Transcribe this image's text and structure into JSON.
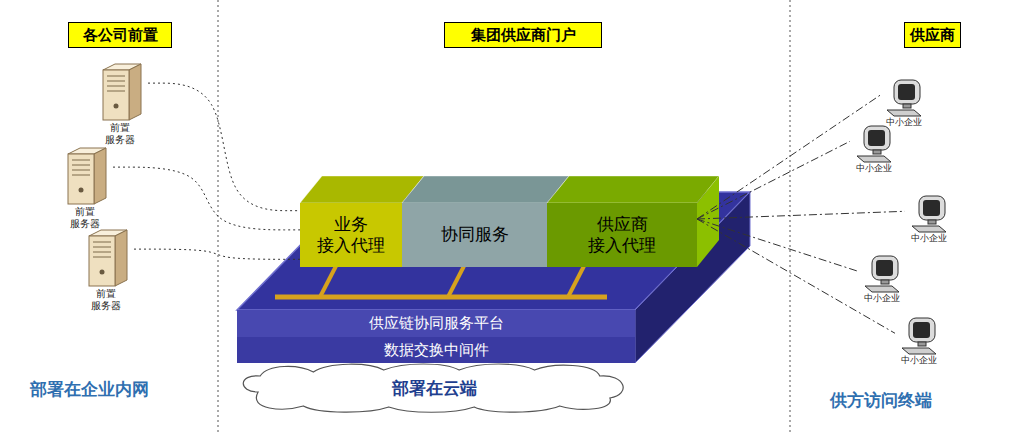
{
  "diagram": {
    "nodes": [
      {
        "text": [
          "各公司前置"
        ]
      },
      {
        "text": [
          "集团供应商门户"
        ]
      },
      {
        "text": [
          "供应商"
        ]
      },
      {
        "text": [
          "前置 服务器"
        ]
      },
      {
        "text": [
          "前置 服务器"
        ]
      },
      {
        "text": [
          "前置 服务器"
        ]
      },
      {
        "text": [
          "业务 接入代理"
        ]
      },
      {
        "text": [
          "协同服务"
        ]
      },
      {
        "text": [
          "供应商 接入代理"
        ]
      },
      {
        "text": [
          "供应链协同服务平台"
        ]
      },
      {
        "text": [
          "数据交换中间件"
        ]
      },
      {
        "text": [
          "部署在云端"
        ]
      },
      {
        "text": [
          "中小企业"
        ]
      },
      {
        "text": [
          "中小企业"
        ]
      },
      {
        "text": [
          "中小企业"
        ]
      },
      {
        "text": [
          "中小企业"
        ]
      },
      {
        "text": [
          "中小企业"
        ]
      }
    ],
    "edges": [
      {
        "from": 3,
        "to": 6,
        "arrow": "none"
      },
      {
        "from": 4,
        "to": 6,
        "arrow": "none"
      },
      {
        "from": 5,
        "to": 6,
        "arrow": "none"
      },
      {
        "from": 8,
        "to": 12,
        "arrow": "none"
      },
      {
        "from": 8,
        "to": 13,
        "arrow": "none"
      },
      {
        "from": 8,
        "to": 14,
        "arrow": "none"
      },
      {
        "from": 8,
        "to": 15,
        "arrow": "none"
      },
      {
        "from": 8,
        "to": 16,
        "arrow": "none"
      }
    ],
    "labels": [
      "部署在企业内网",
      "供方访问终端"
    ]
  }
}
